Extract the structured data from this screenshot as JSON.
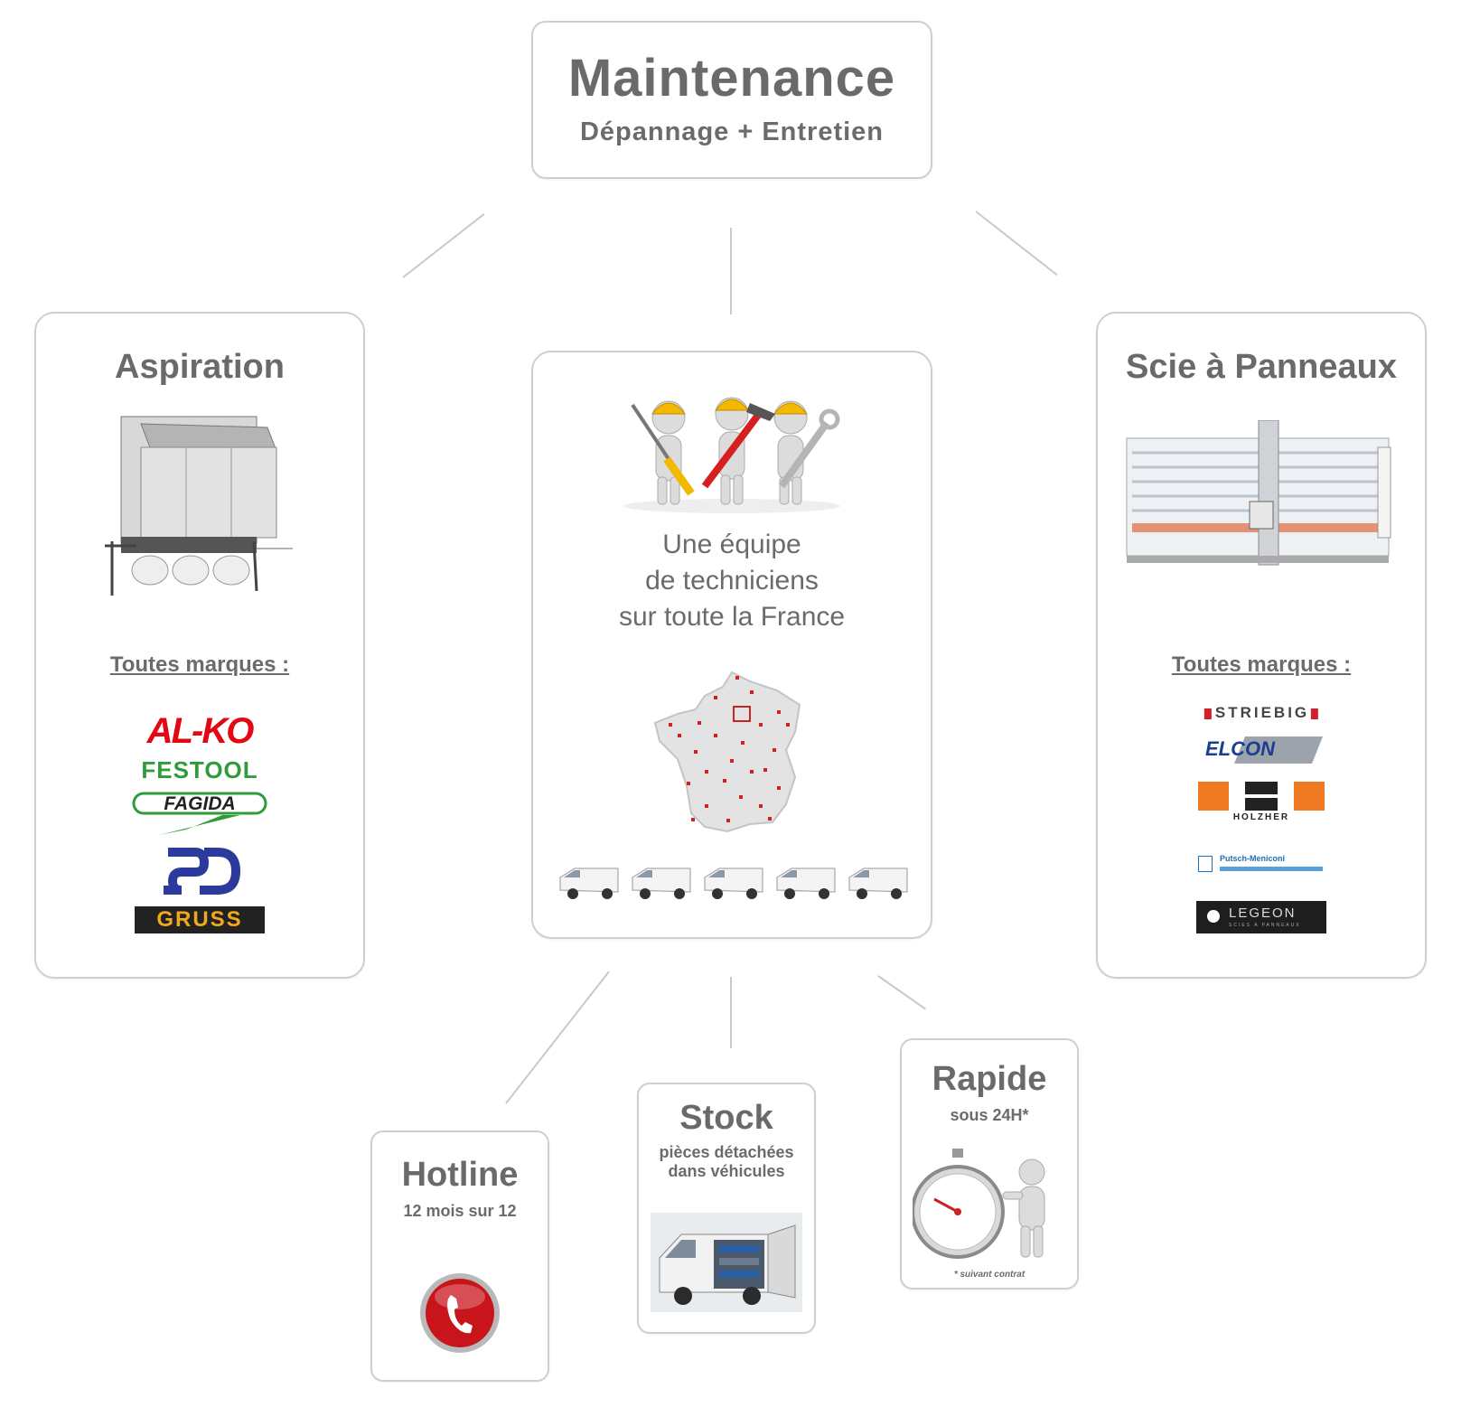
{
  "header": {
    "title": "Maintenance",
    "subtitle": "Dépannage + Entretien"
  },
  "aspiration": {
    "title": "Aspiration",
    "brands_label": "Toutes marques :",
    "brands": [
      "AL-KO",
      "FESTOOL",
      "FAGIDA",
      "SD",
      "GRUSS"
    ]
  },
  "center": {
    "line1": "Une équipe",
    "line2": "de techniciens",
    "line3": "sur toute la France",
    "van_count": 5
  },
  "scie": {
    "title": "Scie à Panneaux",
    "brands_label": "Toutes marques :",
    "brands": [
      "STRIEBIG",
      "ELCON",
      "HOLZHER",
      "Putsch-Meniconi",
      "LEGEON"
    ],
    "legeon_sub": "SCIES A PANNEAUX"
  },
  "hotline": {
    "title": "Hotline",
    "subtitle": "12 mois sur 12"
  },
  "stock": {
    "title": "Stock",
    "subtitle1": "pièces détachées",
    "subtitle2": "dans véhicules"
  },
  "rapide": {
    "title": "Rapide",
    "subtitle": "sous 24H*",
    "footnote": "* suivant contrat"
  },
  "colors": {
    "box_border": "#cfcfcf",
    "text": "#6b6b6b",
    "map_marker": "#cc2222"
  }
}
